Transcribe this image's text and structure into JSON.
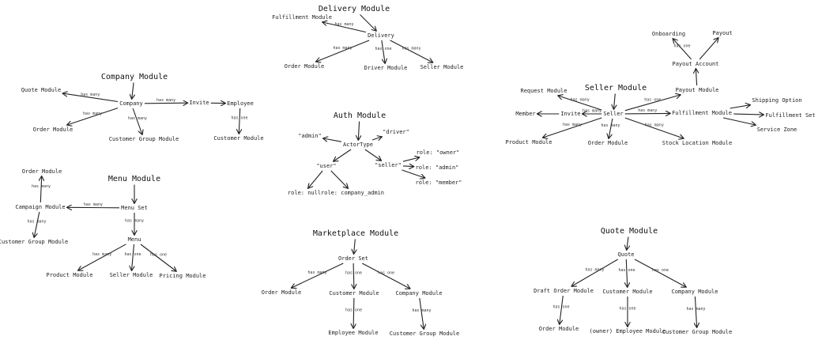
{
  "modules": [
    {
      "id": "delivery",
      "title": "Delivery Module",
      "nodes": [
        {
          "id": "fulfillment",
          "label": "Fulfillment Module"
        },
        {
          "id": "delivery",
          "label": "Delivery"
        },
        {
          "id": "order",
          "label": "Order Module"
        },
        {
          "id": "driver",
          "label": "Driver Module"
        },
        {
          "id": "seller",
          "label": "Seller Module"
        }
      ],
      "edges": [
        {
          "from": "title",
          "to": "delivery",
          "label": ""
        },
        {
          "from": "delivery",
          "to": "fulfillment",
          "label": "has many"
        },
        {
          "from": "delivery",
          "to": "order",
          "label": "has many"
        },
        {
          "from": "delivery",
          "to": "driver",
          "label": "has one"
        },
        {
          "from": "delivery",
          "to": "seller",
          "label": "has many"
        }
      ]
    },
    {
      "id": "company",
      "title": "Company Module",
      "nodes": [
        {
          "id": "quote",
          "label": "Quote Module"
        },
        {
          "id": "company",
          "label": "Company"
        },
        {
          "id": "invite",
          "label": "Invite"
        },
        {
          "id": "employee",
          "label": "Employee"
        },
        {
          "id": "order",
          "label": "Order Module"
        },
        {
          "id": "cgroup",
          "label": "Customer Group Module"
        },
        {
          "id": "customer",
          "label": "Customer Module"
        }
      ],
      "edges": [
        {
          "from": "title",
          "to": "company",
          "label": ""
        },
        {
          "from": "company",
          "to": "quote",
          "label": "has many"
        },
        {
          "from": "company",
          "to": "invite",
          "label": "has many"
        },
        {
          "from": "invite",
          "to": "employee",
          "label": ""
        },
        {
          "from": "company",
          "to": "order",
          "label": "has many"
        },
        {
          "from": "company",
          "to": "cgroup",
          "label": "has many"
        },
        {
          "from": "employee",
          "to": "customer",
          "label": "has one"
        }
      ]
    },
    {
      "id": "auth",
      "title": "Auth Module",
      "nodes": [
        {
          "id": "admin",
          "label": "\"admin\""
        },
        {
          "id": "driver",
          "label": "\"driver\""
        },
        {
          "id": "actortype",
          "label": "ActorType"
        },
        {
          "id": "user",
          "label": "\"user\""
        },
        {
          "id": "seller",
          "label": "\"seller\""
        },
        {
          "id": "rnull",
          "label": "role: null"
        },
        {
          "id": "rcadmin",
          "label": "role: company_admin"
        },
        {
          "id": "rowner",
          "label": "role: \"owner\""
        },
        {
          "id": "radmin",
          "label": "role: \"admin\""
        },
        {
          "id": "rmember",
          "label": "role: \"member\""
        }
      ],
      "edges": [
        {
          "from": "title",
          "to": "actortype",
          "label": ""
        },
        {
          "from": "actortype",
          "to": "admin",
          "label": ""
        },
        {
          "from": "actortype",
          "to": "driver",
          "label": ""
        },
        {
          "from": "actortype",
          "to": "user",
          "label": ""
        },
        {
          "from": "actortype",
          "to": "seller",
          "label": ""
        },
        {
          "from": "user",
          "to": "rnull",
          "label": ""
        },
        {
          "from": "user",
          "to": "rcadmin",
          "label": ""
        },
        {
          "from": "seller",
          "to": "rowner",
          "label": ""
        },
        {
          "from": "seller",
          "to": "radmin",
          "label": ""
        },
        {
          "from": "seller",
          "to": "rmember",
          "label": ""
        }
      ]
    },
    {
      "id": "seller",
      "title": "Seller Module",
      "nodes": [
        {
          "id": "onboarding",
          "label": "Onboarding"
        },
        {
          "id": "payout",
          "label": "Payout"
        },
        {
          "id": "payoutacct",
          "label": "Payout Account"
        },
        {
          "id": "payoutmod",
          "label": "Payout Module"
        },
        {
          "id": "request",
          "label": "Request Module"
        },
        {
          "id": "seller",
          "label": "Seller"
        },
        {
          "id": "member",
          "label": "Member"
        },
        {
          "id": "invite",
          "label": "Invite"
        },
        {
          "id": "fulfillment",
          "label": "Fulfillment Module"
        },
        {
          "id": "shipping",
          "label": "Shipping Option"
        },
        {
          "id": "fset",
          "label": "Fulfillment Set"
        },
        {
          "id": "szone",
          "label": "Service Zone"
        },
        {
          "id": "product",
          "label": "Product Module"
        },
        {
          "id": "order",
          "label": "Order Module"
        },
        {
          "id": "stock",
          "label": "Stock Location Module"
        }
      ],
      "edges": [
        {
          "from": "title",
          "to": "seller",
          "label": ""
        },
        {
          "from": "seller",
          "to": "request",
          "label": "has many"
        },
        {
          "from": "seller",
          "to": "payoutmod",
          "label": "has one"
        },
        {
          "from": "payoutmod",
          "to": "payoutacct",
          "label": ""
        },
        {
          "from": "payoutacct",
          "to": "onboarding",
          "label": "has one"
        },
        {
          "from": "payoutacct",
          "to": "payout",
          "label": ""
        },
        {
          "from": "seller",
          "to": "invite",
          "label": "has many"
        },
        {
          "from": "invite",
          "to": "member",
          "label": ""
        },
        {
          "from": "seller",
          "to": "fulfillment",
          "label": "has many"
        },
        {
          "from": "fulfillment",
          "to": "shipping",
          "label": ""
        },
        {
          "from": "fulfillment",
          "to": "fset",
          "label": ""
        },
        {
          "from": "fulfillment",
          "to": "szone",
          "label": ""
        },
        {
          "from": "seller",
          "to": "product",
          "label": "has many"
        },
        {
          "from": "seller",
          "to": "order",
          "label": "has many"
        },
        {
          "from": "seller",
          "to": "stock",
          "label": "has many"
        }
      ]
    },
    {
      "id": "menu",
      "title": "Menu Module",
      "nodes": [
        {
          "id": "order",
          "label": "Order Module"
        },
        {
          "id": "campaign",
          "label": "Campaign Module"
        },
        {
          "id": "menuset",
          "label": "Menu Set"
        },
        {
          "id": "cgroup",
          "label": "Customer Group Module"
        },
        {
          "id": "menu",
          "label": "Menu"
        },
        {
          "id": "product",
          "label": "Product Module"
        },
        {
          "id": "seller",
          "label": "Seller Module"
        },
        {
          "id": "pricing",
          "label": "Pricing Module"
        }
      ],
      "edges": [
        {
          "from": "title",
          "to": "menuset",
          "label": ""
        },
        {
          "from": "menuset",
          "to": "campaign",
          "label": "has many"
        },
        {
          "from": "campaign",
          "to": "order",
          "label": "has many"
        },
        {
          "from": "campaign",
          "to": "cgroup",
          "label": "has many"
        },
        {
          "from": "menuset",
          "to": "menu",
          "label": "has many"
        },
        {
          "from": "menu",
          "to": "product",
          "label": "has many"
        },
        {
          "from": "menu",
          "to": "seller",
          "label": "has one"
        },
        {
          "from": "menu",
          "to": "pricing",
          "label": "has one"
        }
      ]
    },
    {
      "id": "marketplace",
      "title": "Marketplace Module",
      "nodes": [
        {
          "id": "orderset",
          "label": "Order Set"
        },
        {
          "id": "order",
          "label": "Order Module"
        },
        {
          "id": "customer",
          "label": "Customer Module"
        },
        {
          "id": "company",
          "label": "Company Module"
        },
        {
          "id": "employee",
          "label": "Employee Module"
        },
        {
          "id": "cgroup",
          "label": "Customer Group Module"
        }
      ],
      "edges": [
        {
          "from": "title",
          "to": "orderset",
          "label": ""
        },
        {
          "from": "orderset",
          "to": "order",
          "label": "has many"
        },
        {
          "from": "orderset",
          "to": "customer",
          "label": "has one"
        },
        {
          "from": "orderset",
          "to": "company",
          "label": "has one"
        },
        {
          "from": "customer",
          "to": "employee",
          "label": "has one"
        },
        {
          "from": "company",
          "to": "cgroup",
          "label": "has many"
        }
      ]
    },
    {
      "id": "quote",
      "title": "Quote Module",
      "nodes": [
        {
          "id": "quote",
          "label": "Quote"
        },
        {
          "id": "draft",
          "label": "Draft Order Module"
        },
        {
          "id": "customer",
          "label": "Customer Module"
        },
        {
          "id": "company",
          "label": "Company Module"
        },
        {
          "id": "order",
          "label": "Order Module"
        },
        {
          "id": "employee",
          "label": "(owner) Employee Module"
        },
        {
          "id": "cgroup",
          "label": "Customer Group Module"
        }
      ],
      "edges": [
        {
          "from": "title",
          "to": "quote",
          "label": ""
        },
        {
          "from": "quote",
          "to": "draft",
          "label": "has many"
        },
        {
          "from": "quote",
          "to": "customer",
          "label": "has one"
        },
        {
          "from": "quote",
          "to": "company",
          "label": "has one"
        },
        {
          "from": "draft",
          "to": "order",
          "label": "has one"
        },
        {
          "from": "customer",
          "to": "employee",
          "label": "has one"
        },
        {
          "from": "company",
          "to": "cgroup",
          "label": "has many"
        }
      ]
    }
  ]
}
